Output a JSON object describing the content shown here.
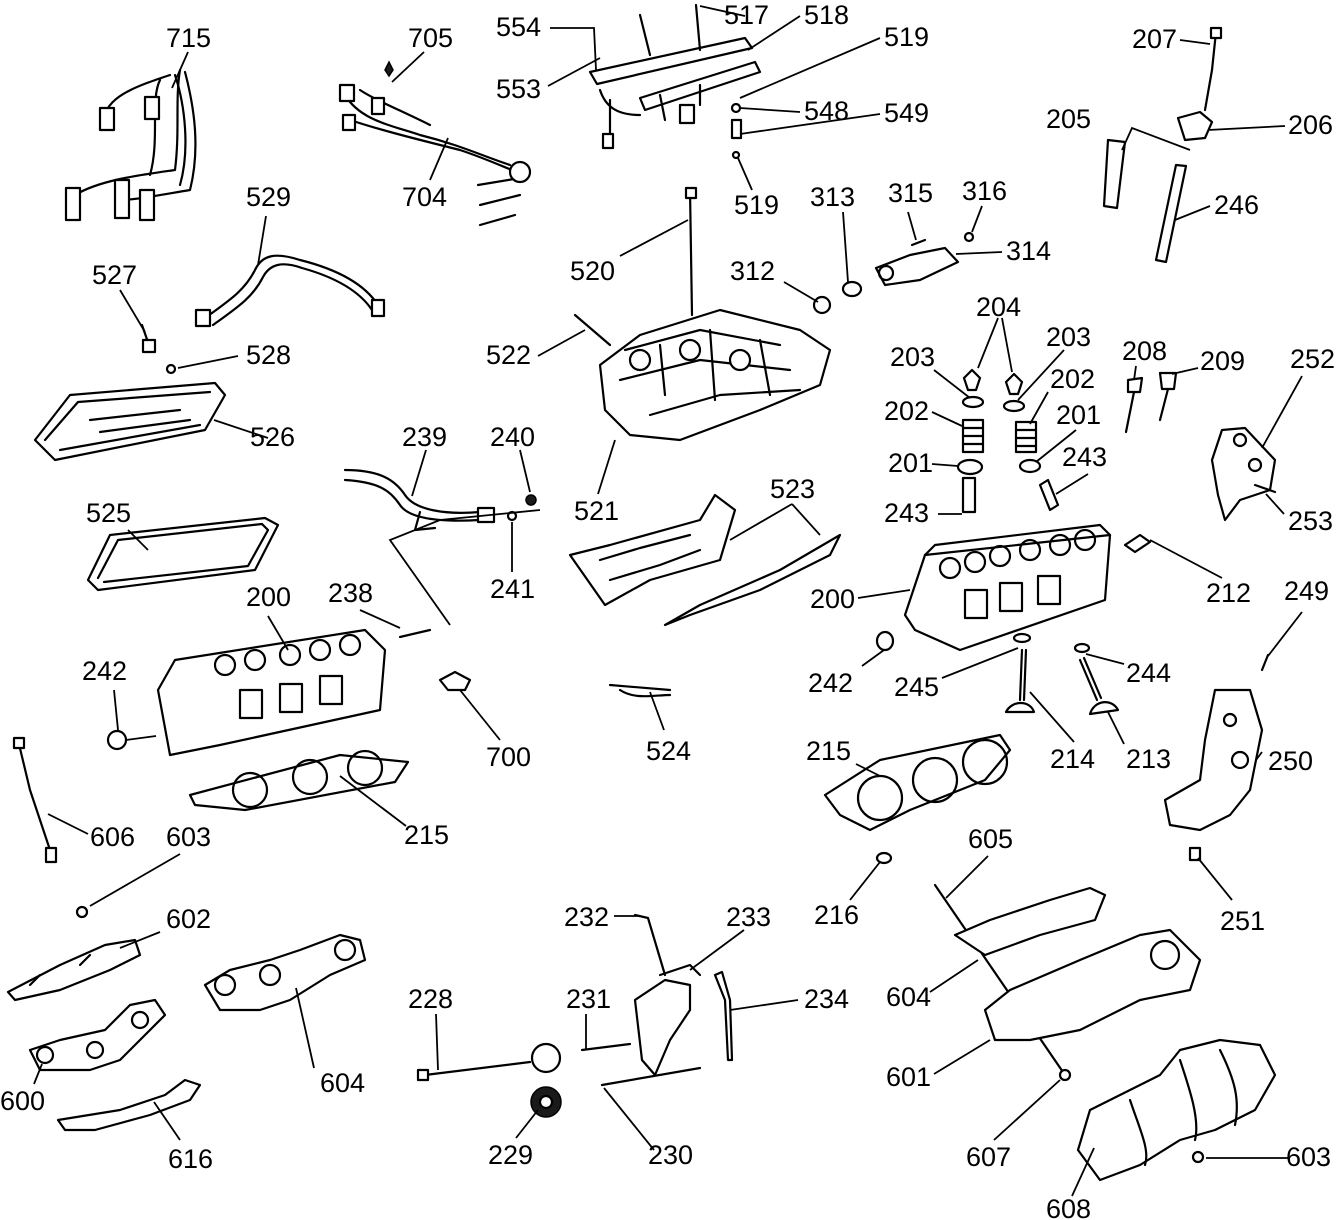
{
  "callouts": [
    {
      "id": "715",
      "text": "715"
    },
    {
      "id": "705",
      "text": "705"
    },
    {
      "id": "704",
      "text": "704"
    },
    {
      "id": "554",
      "text": "554"
    },
    {
      "id": "553",
      "text": "553"
    },
    {
      "id": "517",
      "text": "517"
    },
    {
      "id": "518",
      "text": "518"
    },
    {
      "id": "519a",
      "text": "519"
    },
    {
      "id": "548",
      "text": "548"
    },
    {
      "id": "549",
      "text": "549"
    },
    {
      "id": "519b",
      "text": "519"
    },
    {
      "id": "207",
      "text": "207"
    },
    {
      "id": "205",
      "text": "205"
    },
    {
      "id": "206",
      "text": "206"
    },
    {
      "id": "246",
      "text": "246"
    },
    {
      "id": "529",
      "text": "529"
    },
    {
      "id": "527",
      "text": "527"
    },
    {
      "id": "528",
      "text": "528"
    },
    {
      "id": "526",
      "text": "526"
    },
    {
      "id": "520",
      "text": "520"
    },
    {
      "id": "313",
      "text": "313"
    },
    {
      "id": "315",
      "text": "315"
    },
    {
      "id": "316",
      "text": "316"
    },
    {
      "id": "314",
      "text": "314"
    },
    {
      "id": "312",
      "text": "312"
    },
    {
      "id": "522",
      "text": "522"
    },
    {
      "id": "204",
      "text": "204"
    },
    {
      "id": "203a",
      "text": "203"
    },
    {
      "id": "203b",
      "text": "203"
    },
    {
      "id": "208",
      "text": "208"
    },
    {
      "id": "209",
      "text": "209"
    },
    {
      "id": "252",
      "text": "252"
    },
    {
      "id": "202a",
      "text": "202"
    },
    {
      "id": "202b",
      "text": "202"
    },
    {
      "id": "201a",
      "text": "201"
    },
    {
      "id": "201b",
      "text": "201"
    },
    {
      "id": "243a",
      "text": "243"
    },
    {
      "id": "243b",
      "text": "243"
    },
    {
      "id": "239",
      "text": "239"
    },
    {
      "id": "240",
      "text": "240"
    },
    {
      "id": "521",
      "text": "521"
    },
    {
      "id": "523",
      "text": "523"
    },
    {
      "id": "525",
      "text": "525"
    },
    {
      "id": "241",
      "text": "241"
    },
    {
      "id": "253",
      "text": "253"
    },
    {
      "id": "212",
      "text": "212"
    },
    {
      "id": "200a",
      "text": "200"
    },
    {
      "id": "238",
      "text": "238"
    },
    {
      "id": "200b",
      "text": "200"
    },
    {
      "id": "249",
      "text": "249"
    },
    {
      "id": "242a",
      "text": "242"
    },
    {
      "id": "242b",
      "text": "242"
    },
    {
      "id": "245",
      "text": "245"
    },
    {
      "id": "244",
      "text": "244"
    },
    {
      "id": "700",
      "text": "700"
    },
    {
      "id": "524",
      "text": "524"
    },
    {
      "id": "215a",
      "text": "215"
    },
    {
      "id": "214",
      "text": "214"
    },
    {
      "id": "213",
      "text": "213"
    },
    {
      "id": "250",
      "text": "250"
    },
    {
      "id": "606",
      "text": "606"
    },
    {
      "id": "603a",
      "text": "603"
    },
    {
      "id": "215b",
      "text": "215"
    },
    {
      "id": "605",
      "text": "605"
    },
    {
      "id": "216",
      "text": "216"
    },
    {
      "id": "602",
      "text": "602"
    },
    {
      "id": "232",
      "text": "232"
    },
    {
      "id": "233",
      "text": "233"
    },
    {
      "id": "251",
      "text": "251"
    },
    {
      "id": "228",
      "text": "228"
    },
    {
      "id": "231",
      "text": "231"
    },
    {
      "id": "234",
      "text": "234"
    },
    {
      "id": "604a",
      "text": "604"
    },
    {
      "id": "604b",
      "text": "604"
    },
    {
      "id": "601",
      "text": "601"
    },
    {
      "id": "600",
      "text": "600"
    },
    {
      "id": "229",
      "text": "229"
    },
    {
      "id": "230",
      "text": "230"
    },
    {
      "id": "616",
      "text": "616"
    },
    {
      "id": "607",
      "text": "607"
    },
    {
      "id": "603b",
      "text": "603"
    },
    {
      "id": "608",
      "text": "608"
    }
  ]
}
